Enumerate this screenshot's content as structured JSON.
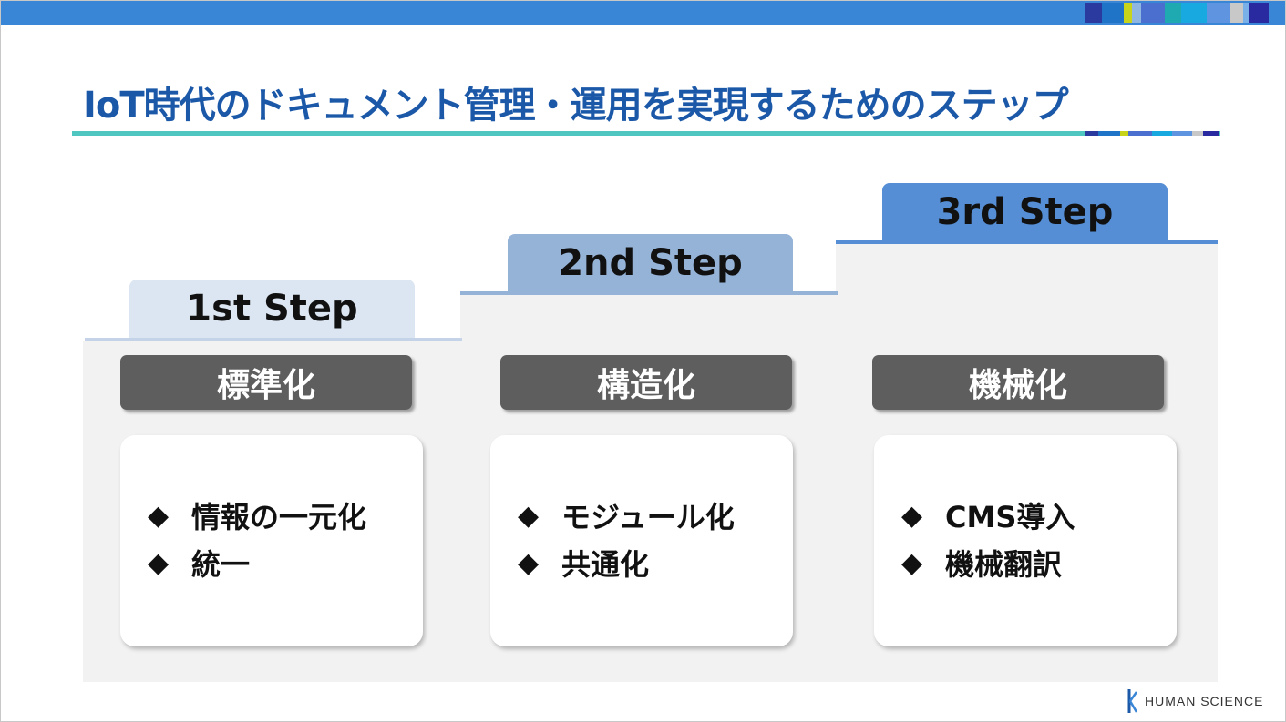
{
  "title": "IoT時代のドキュメント管理・運用を実現するためのステップ",
  "colors": {
    "title": "#1b58a8",
    "top_bar": "#3a86d6",
    "title_underline": "#4fc7c0",
    "stage_bg": "#f2f2f2",
    "label_bar": "#5e5e5e"
  },
  "steps": [
    {
      "tab_label": "1st Step",
      "tab_color": "#dce6f2",
      "line_color": "#c5d3e8",
      "label": "標準化",
      "items": [
        "情報の一元化",
        "統一"
      ]
    },
    {
      "tab_label": "2nd Step",
      "tab_color": "#95b3d7",
      "line_color": "#95b3d7",
      "label": "構造化",
      "items": [
        "モジュール化",
        "共通化"
      ]
    },
    {
      "tab_label": "3rd Step",
      "tab_color": "#558ed5",
      "line_color": "#558ed5",
      "label": "機械化",
      "items": [
        "CMS導入",
        "機械翻訳"
      ]
    }
  ],
  "bullet_glyph": "◆",
  "logo": {
    "text": "HUMAN SCIENCE",
    "icon": "human-science-logo-icon"
  }
}
